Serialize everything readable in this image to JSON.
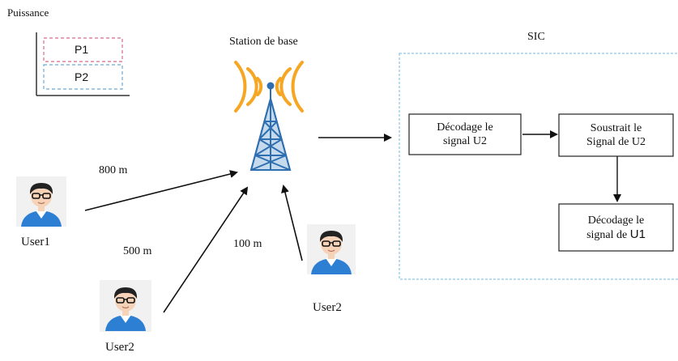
{
  "power_legend": {
    "title": "Puissance",
    "p1": "P1",
    "p2": "P2"
  },
  "base_station": {
    "label": "Station de base"
  },
  "sic": {
    "title": "SIC",
    "decode_u2": [
      "Décodage le",
      "signal U2"
    ],
    "subtract_u2": [
      "Soustrait le",
      "Signal de U2"
    ],
    "decode_u1_line1": "Décodage le",
    "decode_u1_line2_a": "signal de ",
    "decode_u1_line2_b": "U1"
  },
  "distances": {
    "user1": "800 m",
    "user2_left": "500 m",
    "user2_right": "100 m"
  },
  "users": {
    "user1": "User1",
    "user2_left": "User2",
    "user2_right": "User2"
  },
  "colors": {
    "p1_border": "#d86a8a",
    "p2_border": "#6aa9d6",
    "sic_border": "#8ec5e6",
    "tower": "#2f6fb0",
    "signal_waves": "#f5a623",
    "avatar_shirt": "#2d7fd4"
  }
}
